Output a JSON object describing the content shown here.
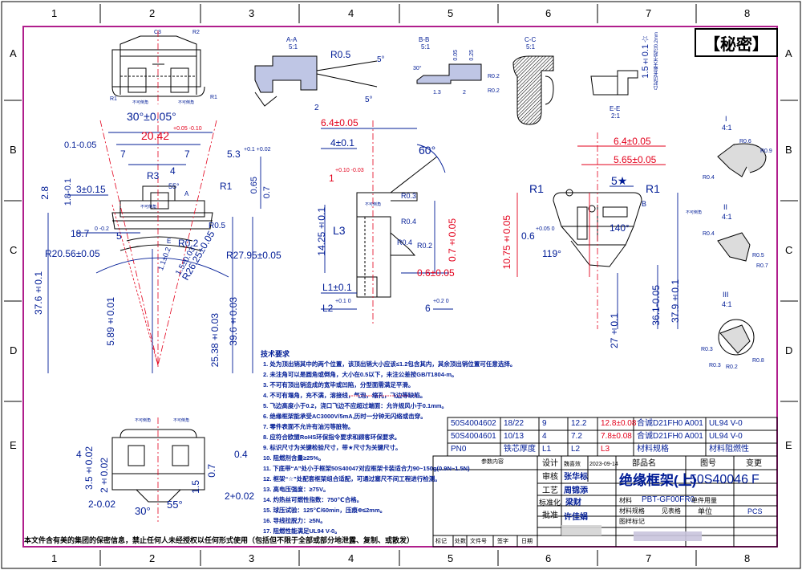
{
  "grid": {
    "cols": [
      "1",
      "2",
      "3",
      "4",
      "5",
      "6",
      "7",
      "8"
    ],
    "rows": [
      "A",
      "B",
      "C",
      "D",
      "E"
    ]
  },
  "secret_label": "【秘密】",
  "sections": {
    "aa": [
      "A-A",
      "5:1"
    ],
    "bb": [
      "B-B",
      "5:1"
    ],
    "cc": [
      "C-C",
      "5:1"
    ],
    "ee": [
      "E-E",
      "2:1"
    ],
    "i": [
      "I",
      "4:1"
    ],
    "ii": [
      "II",
      "4:1"
    ],
    "iii": [
      "III",
      "4:1"
    ]
  },
  "dims_top": {
    "c3": "C3",
    "r2": "R2",
    "r1a": "R1",
    "r1b": "R1",
    "r05": "R0.5",
    "deg5a": "5°",
    "deg5b": "5°",
    "two": "2",
    "deg30": "30°",
    "bb_005": "0.05",
    "bb_025": "0.25",
    "bb_r02a": "R0.2",
    "bb_r02b": "R0.2",
    "bb_13": "1.3",
    "bb_2": "2",
    "ee_15": "1.5±0.1☆",
    "ee_note": "凸起边长最大不超过0.2mm"
  },
  "dims_front": {
    "ang30": "30°±0.05°",
    "w2042": "20.42",
    "w2042_tol": "+0.05 -0.10",
    "tol01": "0.1-0.05",
    "seven_a": "7",
    "seven_b": "7",
    "r3": "R3",
    "four": "4",
    "deg55": "55°",
    "r1": "R1",
    "w53": "5.3",
    "w53_tol": "+0.1 +0.02",
    "h28": "2.8",
    "h18": "1.8-0.1",
    "w3": "3±0.15",
    "h065": "0.65",
    "h07": "0.7",
    "w187": "18.7",
    "w187_tol": "0 -0.2",
    "r02": "R0.2",
    "r05": "R0.5",
    "r2056": "R20.56±0.05",
    "r2795": "R27.95±0.05",
    "five": "5",
    "h376": "37.6±0.1",
    "h589": "5.89±0.01",
    "h2538": "25.38±0.03",
    "h396": "39.6±0.03",
    "r2625": "R26.25±0.05",
    "w15": "1.5±0.03",
    "w11": "1.1±0.2",
    "e_mark": "E",
    "a_mark": "A"
  },
  "dims_side": {
    "w64": "6.4±0.05",
    "deg60": "60°",
    "h4": "4±0.1",
    "h1": "1",
    "h1_tol": "+0.10 -0.03",
    "r03": "R0.3",
    "r04a": "R0.4",
    "r04b": "R0.4",
    "r02": "R0.2",
    "l3": "L3",
    "h1425": "14.25±0.1",
    "h07": "0.7±0.05",
    "w06": "0.6±0.05",
    "l1": "L1±0.1",
    "l2": "L2",
    "l2_tol": "+0.1 0",
    "six": "6",
    "six_tol": "+0.2 0"
  },
  "dims_right": {
    "w64": "6.4±0.05",
    "w565": "5.65±0.05",
    "star5": "5★",
    "r1a": "R1",
    "r1b": "R1",
    "b_mark": "B",
    "h1075": "10.75±0.05",
    "w06": "0.6",
    "w06_tol": "+0.05 0",
    "deg140": "140°",
    "deg119": "119°",
    "h27": "27±0.1",
    "h361": "36.1-0.05",
    "h379": "37.9±0.1",
    "r06": "R0.6",
    "r09": "R0.9",
    "r04a": "R0.4",
    "r04b": "R0.4",
    "r05": "R0.5",
    "r07": "R0.7",
    "r03a": "R0.3",
    "r03b": "R0.3",
    "r02": "R0.2",
    "r08": "R0.8"
  },
  "dims_bottom": {
    "h4": "4",
    "h35": "3.5±0.02",
    "h2": "2±0.02",
    "w2": "2-0.02",
    "deg30": "30°",
    "deg55": "55°",
    "h15": "1.5",
    "h07": "0.7",
    "h2b": "2+0.02",
    "w04": "0.4"
  },
  "small_labels": {
    "no_corner": "不可倒角"
  },
  "tech_notes": {
    "title": "技术要求",
    "items": [
      "1. 处为顶出销其中的两个位置，该顶出销大小应该≤1.2包含其内，其余顶出销位置可任意选择。",
      "2. 未注角可以是圆角或倒角，大小在0.5以下，未注公差按GB/T1804-m。",
      "3. 不可有顶出销造成的宽毕或凹陷，分型面需满足平滑。",
      "4. 不可有塌角，充不满，溶接线，气泡，缩孔，飞边等缺陷。",
      "5. 飞边高度小于0.2，浇口飞边不应超过端面：允许规风小于0.1mm。",
      "6. 绝缘框架能承受AC3000V/5mA,历时一分钟无闪络或击穿。",
      "7. 零件表面不允许有油污等脏物。",
      "8. 应符合欧盟RoHS环保指令要求和顾客环保要求。",
      "9. 标识尺寸为关键检验尺寸，带★尺寸为关键尺寸。",
      "10. 阻燃剂含量≥25%。",
      "11. 下底带“A”处小于框架50S40047对应框架卡装适合力90~150g(0.9N~1.5N)",
      "12. 框架“☆”处配套框架组合适配，可通过塞尺不间工程进行检测。",
      "13. 高电压强度：≥75V。",
      "14. 灼热丝可燃性指数：750℃合格。",
      "15. 球压试验：125℃/60min，压痕Φ≤2mm。",
      "16. 导线拉脱力：≥5N。",
      "17. 阻燃性能满足UL94 V-0。"
    ],
    "redline": "允许规风小于0.1mm"
  },
  "variant_table": {
    "rows": [
      [
        "50S4004602",
        "18/22",
        "9",
        "12.2",
        "12.8±0.08",
        "合诚D21FH0 A001",
        "UL94 V-0"
      ],
      [
        "50S4004601",
        "10/13",
        "4",
        "7.2",
        "7.8±0.08",
        "合诚D21FH0 A001",
        "UL94 V-0"
      ]
    ],
    "header": [
      "PN0",
      "铁芯厚度",
      "L1",
      "L2",
      "L3",
      "材料规格",
      "材料阻燃性"
    ]
  },
  "title_block": {
    "name": "绝缘框架(上)",
    "number": "50S40046",
    "rev": "F",
    "designer_label": "设计",
    "designer": "魏喜效",
    "date": "2023-09-14",
    "checker_label": "审核",
    "checker": "张华标",
    "process_label": "工艺",
    "process": "周锦添",
    "std_label": "标准化",
    "std": "梁财",
    "approve_label": "批准",
    "approve": "许佳娟",
    "part_name_label": "部品名",
    "drawing_no_label": "图号",
    "change_label": "变更",
    "material_label": "材料",
    "material": "PBT-GF00FR0",
    "unit_use_label": "单件用量",
    "mat_spec_label": "材料规格",
    "mat_spec": "见表格",
    "unit_label": "单位",
    "unit": "PCS",
    "graphic_label": "图样标记",
    "hist_header": [
      "标记",
      "处数",
      "文件号",
      "签字",
      "日期"
    ],
    "ref_params": "参数内容"
  },
  "footer": "本文件含有美的集团的保密信息，禁止任何人未经授权以任何形式使用（包括但不限于全部或部分地泄露、复制、或散发）",
  "colors": {
    "frame": "#b01e8c",
    "ink": "#001c96",
    "hatch": "#1a1a1a",
    "red": "#e3001b",
    "magenta": "#cc00aa"
  }
}
